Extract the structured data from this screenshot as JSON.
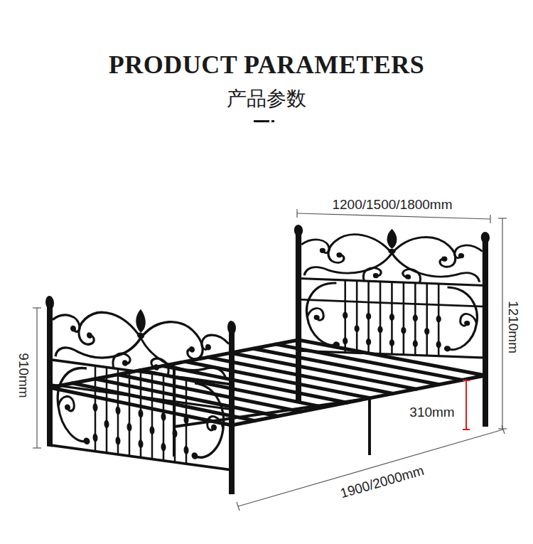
{
  "diagram": {
    "title": "PRODUCT PARAMETERS",
    "labels": [
      "产品参数",
      "1200/1500/1800mm",
      "1210mm",
      "910mm",
      "310mm",
      "1900/2000mm"
    ]
  }
}
